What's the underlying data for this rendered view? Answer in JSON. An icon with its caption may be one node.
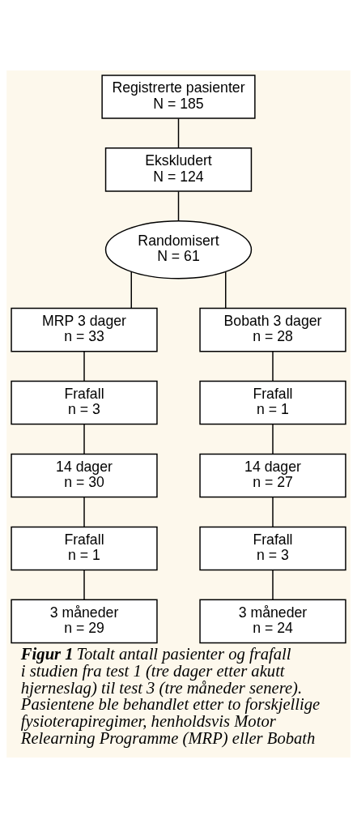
{
  "diagram": {
    "caption": "**Figur 1** Totalt antall pasienter og frafall i studien fra test 1 (tre dager etter akutt hjerneslag) til test 3 (tre måneder senere). Pasientene ble behandlet etter to forskjellige fysioterapiregimer, henholdsvis Motor Relearning Programme (MRP) eller Bobath",
    "nodes": [
      {
        "text": [
          "Registrerte pasienter",
          "N = 185"
        ]
      },
      {
        "text": [
          "Ekskludert",
          "N = 124"
        ]
      },
      {
        "text": [
          "Randomisert",
          "N = 61"
        ]
      },
      {
        "text": [
          "MRP 3 dager",
          "n = 33"
        ]
      },
      {
        "text": [
          "Frafall",
          "n = 3"
        ]
      },
      {
        "text": [
          "14 dager",
          "n = 30"
        ]
      },
      {
        "text": [
          "Frafall",
          "n = 1"
        ]
      },
      {
        "text": [
          "3 måneder",
          "n = 29"
        ]
      },
      {
        "text": [
          "Bobath 3 dager",
          "n = 28"
        ]
      },
      {
        "text": [
          "Frafall",
          "n = 1"
        ]
      },
      {
        "text": [
          "14 dager",
          "n = 27"
        ]
      },
      {
        "text": [
          "Frafall",
          "n = 3"
        ]
      },
      {
        "text": [
          "3 måneder",
          "n = 24"
        ]
      }
    ],
    "edges": [
      {
        "from": 0,
        "to": 1,
        "arrow": "none"
      },
      {
        "from": 1,
        "to": 2,
        "arrow": "none"
      },
      {
        "from": 2,
        "to": 3,
        "arrow": "none"
      },
      {
        "from": 2,
        "to": 8,
        "arrow": "none"
      },
      {
        "from": 3,
        "to": 4,
        "arrow": "none"
      },
      {
        "from": 4,
        "to": 5,
        "arrow": "none"
      },
      {
        "from": 5,
        "to": 6,
        "arrow": "none"
      },
      {
        "from": 6,
        "to": 7,
        "arrow": "none"
      },
      {
        "from": 8,
        "to": 9,
        "arrow": "none"
      },
      {
        "from": 9,
        "to": 10,
        "arrow": "none"
      },
      {
        "from": 10,
        "to": 11,
        "arrow": "none"
      },
      {
        "from": 11,
        "to": 12,
        "arrow": "none"
      }
    ]
  }
}
